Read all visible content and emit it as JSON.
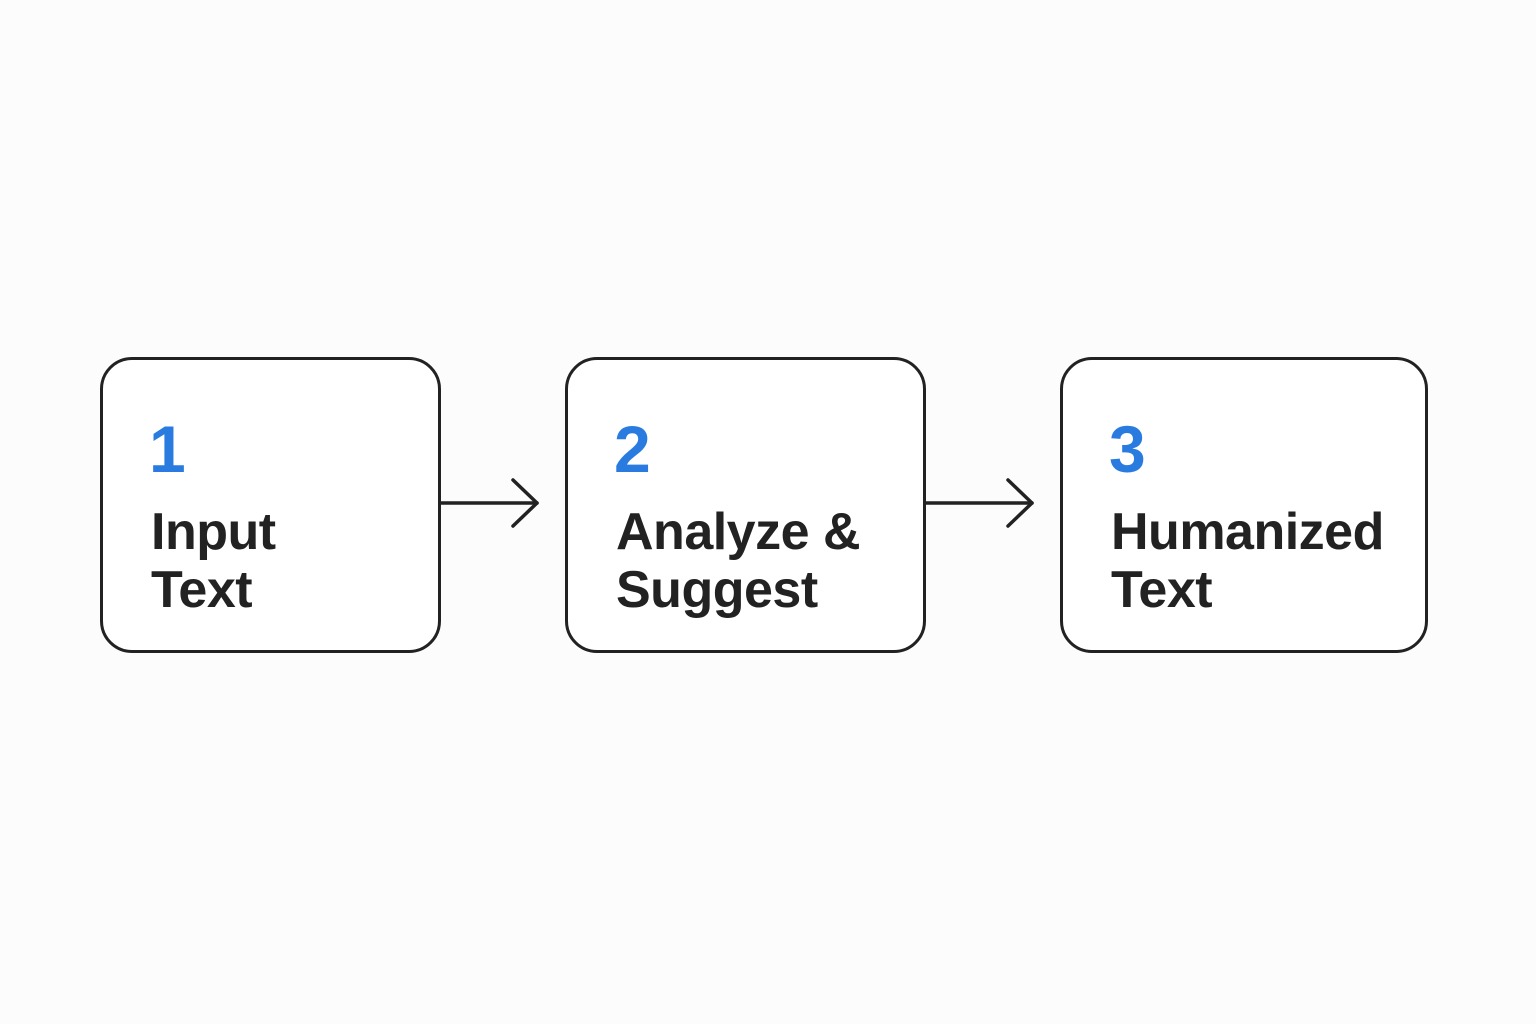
{
  "colors": {
    "accent": "#2a7be0",
    "text": "#222222",
    "border": "#222222",
    "background": "#fcfcfc"
  },
  "steps": [
    {
      "number": "1",
      "label_lines": [
        "Input",
        "Text"
      ]
    },
    {
      "number": "2",
      "label_lines": [
        "Analyze &",
        "Suggest"
      ]
    },
    {
      "number": "3",
      "label_lines": [
        "Humanized",
        "Text"
      ]
    }
  ],
  "connectors": [
    {
      "from": "1",
      "to": "2",
      "icon": "arrow-right-icon"
    },
    {
      "from": "2",
      "to": "3",
      "icon": "arrow-right-icon"
    }
  ]
}
